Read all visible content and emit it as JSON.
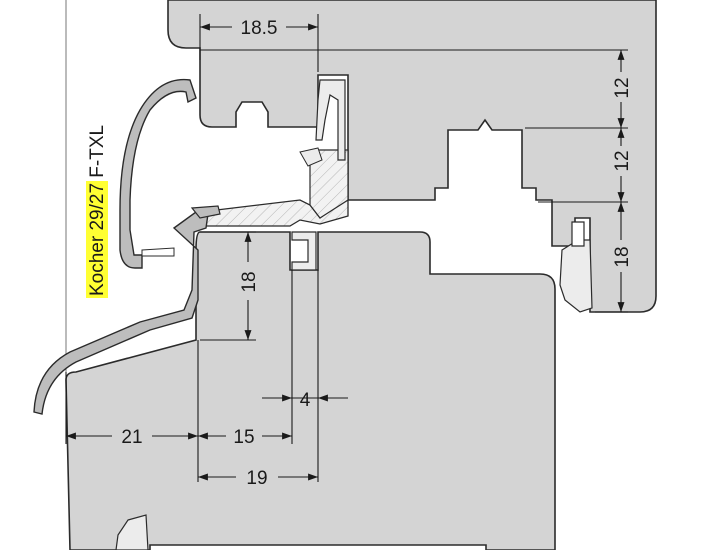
{
  "label": {
    "highlighted": "Kocher 29/27",
    "suffix": " F-TXL"
  },
  "dimensions": {
    "top_width": "18.5",
    "right_upper": "12",
    "right_middle": "12",
    "right_lower": "18",
    "rebate_height": "18",
    "gap": "4",
    "left_overlap": "21",
    "inner_width": "15",
    "total_width": "19"
  },
  "colors": {
    "profile_fill": "#d4d4d4",
    "outline": "#2b2b2b",
    "highlight": "#ffff33",
    "seal_fill": "#ececec"
  }
}
